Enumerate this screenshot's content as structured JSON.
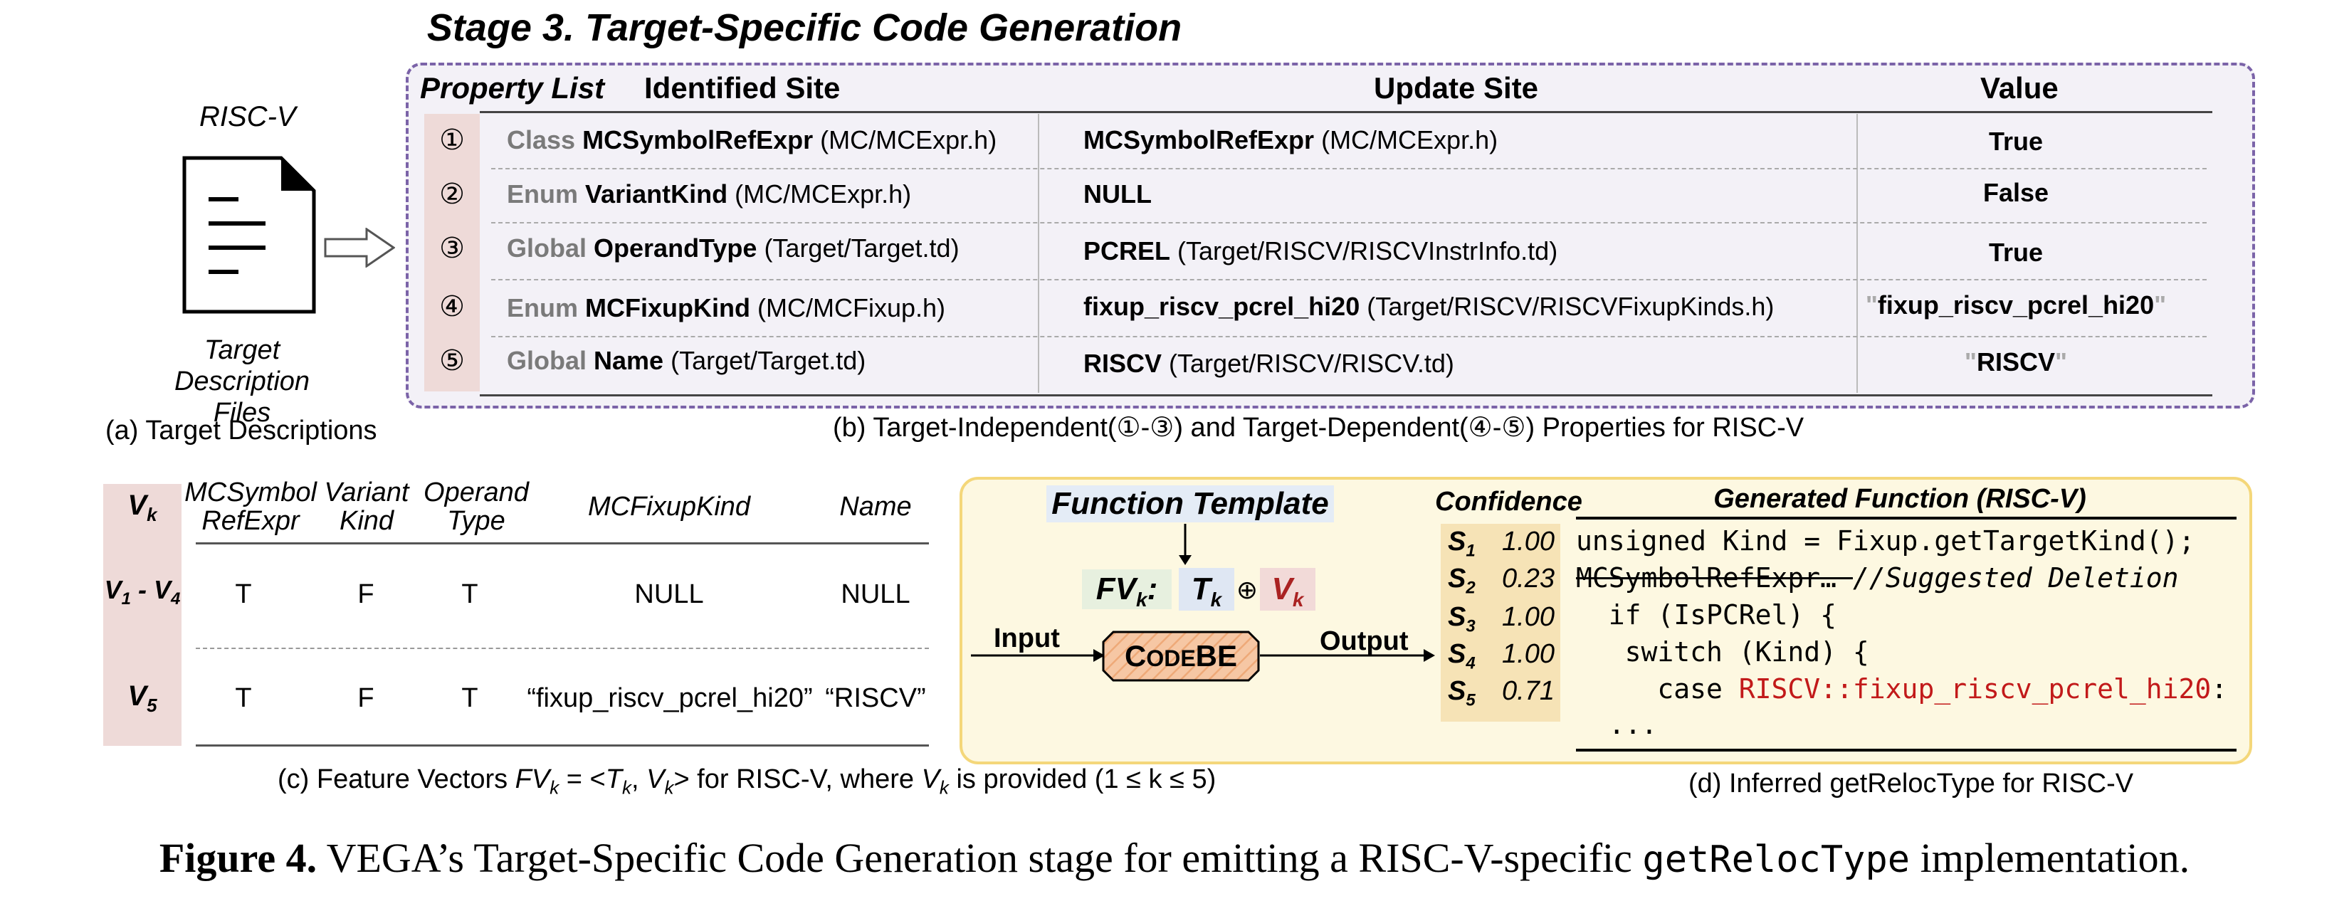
{
  "stage_title": "Stage 3. Target-Specific Code Generation",
  "panel_a": {
    "arch": "RISC-V",
    "doc_label_line1": "Target",
    "doc_label_line2": "Description Files",
    "caption": "(a) Target Descriptions"
  },
  "panel_b": {
    "property_list_label": "Property List",
    "headers": {
      "identified": "Identified Site",
      "update": "Update Site",
      "value": "Value"
    },
    "rows": [
      {
        "idx": "①",
        "kind": "Class",
        "name": "MCSymbolRefExpr",
        "path": "(MC/MCExpr.h)",
        "update_name": "MCSymbolRefExpr",
        "update_path": "(MC/MCExpr.h)",
        "value": "True"
      },
      {
        "idx": "②",
        "kind": "Enum",
        "name": "VariantKind",
        "path": "(MC/MCExpr.h)",
        "update_name": "NULL",
        "update_path": "",
        "value": "False"
      },
      {
        "idx": "③",
        "kind": "Global",
        "name": "OperandType",
        "path": "(Target/Target.td)",
        "update_name": "PCREL",
        "update_path": "(Target/RISCV/RISCVInstrInfo.td)",
        "value": "True"
      },
      {
        "idx": "④",
        "kind": "Enum",
        "name": "MCFixupKind",
        "path": "(MC/MCFixup.h)",
        "update_name": "fixup_riscv_pcrel_hi20",
        "update_path": "(Target/RISCV/RISCVFixupKinds.h)",
        "value": "fixup_riscv_pcrel_hi20"
      },
      {
        "idx": "⑤",
        "kind": "Global",
        "name": "Name",
        "path": "(Target/Target.td)",
        "update_name": "RISCV",
        "update_path": "(Target/RISCV/RISCV.td)",
        "value": "RISCV"
      }
    ],
    "quote_mark": "\"",
    "caption": "(b) Target-Independent(①-③) and Target-Dependent(④-⑤)  Properties for RISC-V"
  },
  "panel_c": {
    "vk_header": "V",
    "vk_sub": "k",
    "headers": [
      {
        "l1": "MCSymbol",
        "l2": "RefExpr"
      },
      {
        "l1": "Variant",
        "l2": "Kind"
      },
      {
        "l1": "Operand",
        "l2": "Type"
      },
      {
        "l1": "MCFixupKind",
        "l2": ""
      },
      {
        "l1": "Name",
        "l2": ""
      }
    ],
    "rows": [
      {
        "label": "V",
        "sub1": "1",
        "dash": " - V",
        "sub2": "4",
        "cells": [
          "T",
          "F",
          "T",
          "NULL",
          "NULL"
        ]
      },
      {
        "label": "V",
        "sub1": "5",
        "dash": "",
        "sub2": "",
        "cells": [
          "T",
          "F",
          "T",
          "“fixup_riscv_pcrel_hi20”",
          "“RISCV”"
        ]
      }
    ],
    "caption_pre": "(c) Feature Vectors ",
    "caption_fv": "FV",
    "caption_k": "k",
    "caption_eq": " = <",
    "caption_t": "T",
    "caption_comma": ", ",
    "caption_v": "V",
    "caption_mid": "> for RISC-V, where ",
    "caption_post": " is provided (1 ≤ k ≤ 5)"
  },
  "panel_d": {
    "function_template": "Function Template",
    "fv": "FV",
    "fv_sub": "k",
    "fv_colon": ":",
    "t": "T",
    "v": "V",
    "sub_k": "k",
    "oplus": "⊕",
    "input": "Input",
    "output": "Output",
    "model": "CodeBE",
    "model_c": "C",
    "model_rest": "ODE",
    "model_be": "BE",
    "confidence_label": "Confidence",
    "confidences": [
      {
        "s": "S",
        "sub": "1",
        "value": "1.00"
      },
      {
        "s": "S",
        "sub": "2",
        "value": "0.23"
      },
      {
        "s": "S",
        "sub": "3",
        "value": "1.00"
      },
      {
        "s": "S",
        "sub": "4",
        "value": "1.00"
      },
      {
        "s": "S",
        "sub": "5",
        "value": "0.71"
      }
    ],
    "generated_title": "Generated  Function (RISC-V)",
    "code": {
      "l1": "unsigned Kind = Fixup.getTargetKind();",
      "l2_struck": "MCSymbolRefExpr… ",
      "l2_comment": "//Suggested Deletion",
      "l3": "  if (IsPCRel) {",
      "l4": "   switch (Kind) {",
      "l5_pre": "     case ",
      "l5_red": "RISCV::fixup_riscv_pcrel_hi20",
      "l5_post": ":",
      "l6": "  ..."
    },
    "caption": "(d) Inferred getRelocType for RISC-V"
  },
  "figure_caption": {
    "label": "Figure 4.",
    "text": " VEGA’s Target-Specific Code Generation stage for emitting a RISC-V-specific ",
    "code": "getRelocType",
    "end": " implementation."
  },
  "colors": {
    "dashed_border": "#7b63a8",
    "index_column": "#eedad8",
    "highlight_red": "#c21a1a",
    "panel_d_bg": "#fdf8e1",
    "panel_d_border": "#f4d77a",
    "confidence_bg": "#f6e3b6",
    "codebe_fill": "#f6c7a4"
  }
}
